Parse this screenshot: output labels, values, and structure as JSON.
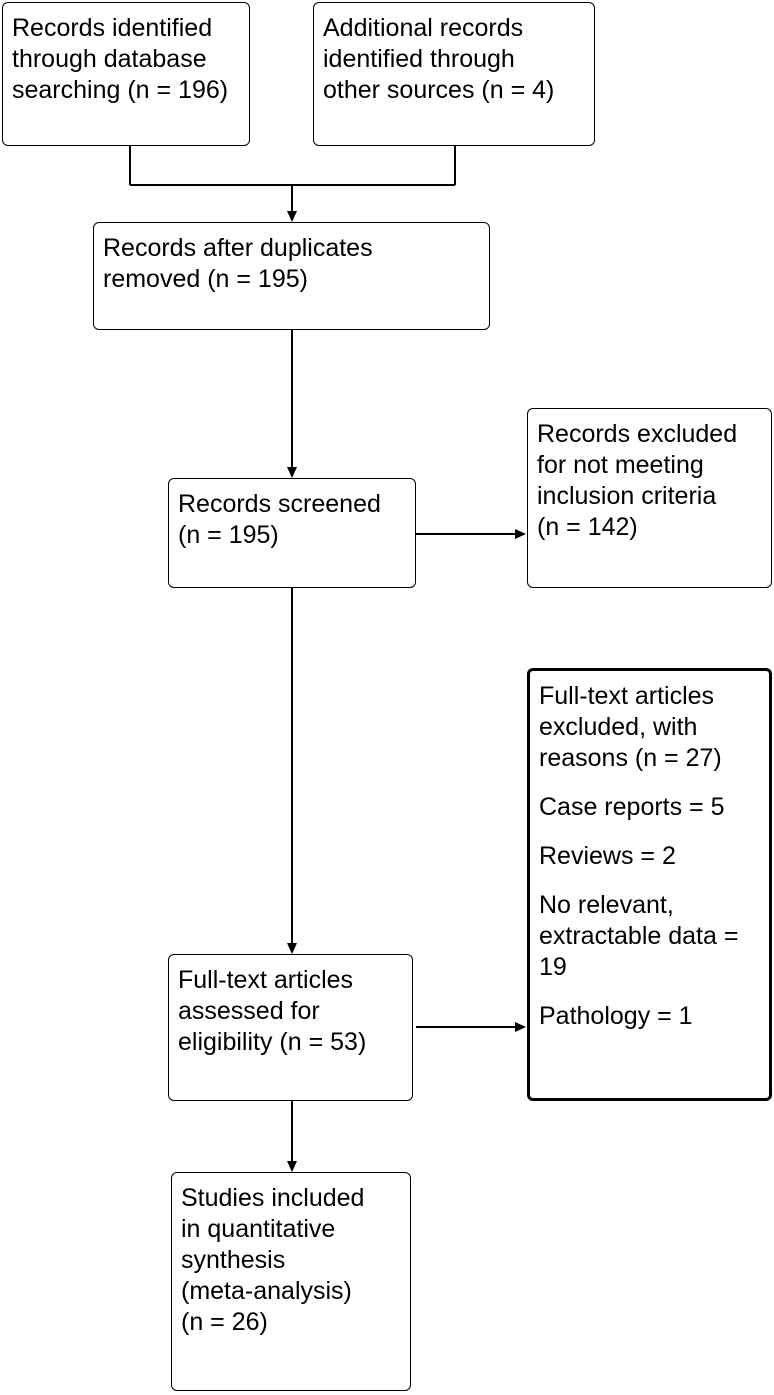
{
  "diagram": {
    "identification_db": [
      "Records identified",
      "through database",
      "searching (n = 196)"
    ],
    "identification_other": [
      "Additional records",
      "identified through",
      "other sources (n = 4)"
    ],
    "duplicates_removed": [
      "Records after duplicates",
      "removed (n = 195)"
    ],
    "screened": [
      "Records screened",
      "(n = 195)"
    ],
    "excluded_screening": [
      "Records excluded",
      "for not meeting",
      "inclusion criteria",
      "(n = 142)"
    ],
    "eligibility": [
      "Full-text articles",
      "assessed for",
      "eligibility (n = 53)"
    ],
    "fulltext_excluded": {
      "heading": [
        "Full-text articles",
        "excluded, with",
        "reasons (n = 27)"
      ],
      "case_reports": "Case reports = 5",
      "reviews": "Reviews = 2",
      "no_relevant_data": [
        "No relevant,",
        "extractable data =",
        "19"
      ],
      "pathology": "Pathology = 1"
    },
    "included": [
      "Studies included",
      "in quantitative",
      "synthesis",
      "(meta-analysis)",
      "(n = 26)"
    ]
  }
}
